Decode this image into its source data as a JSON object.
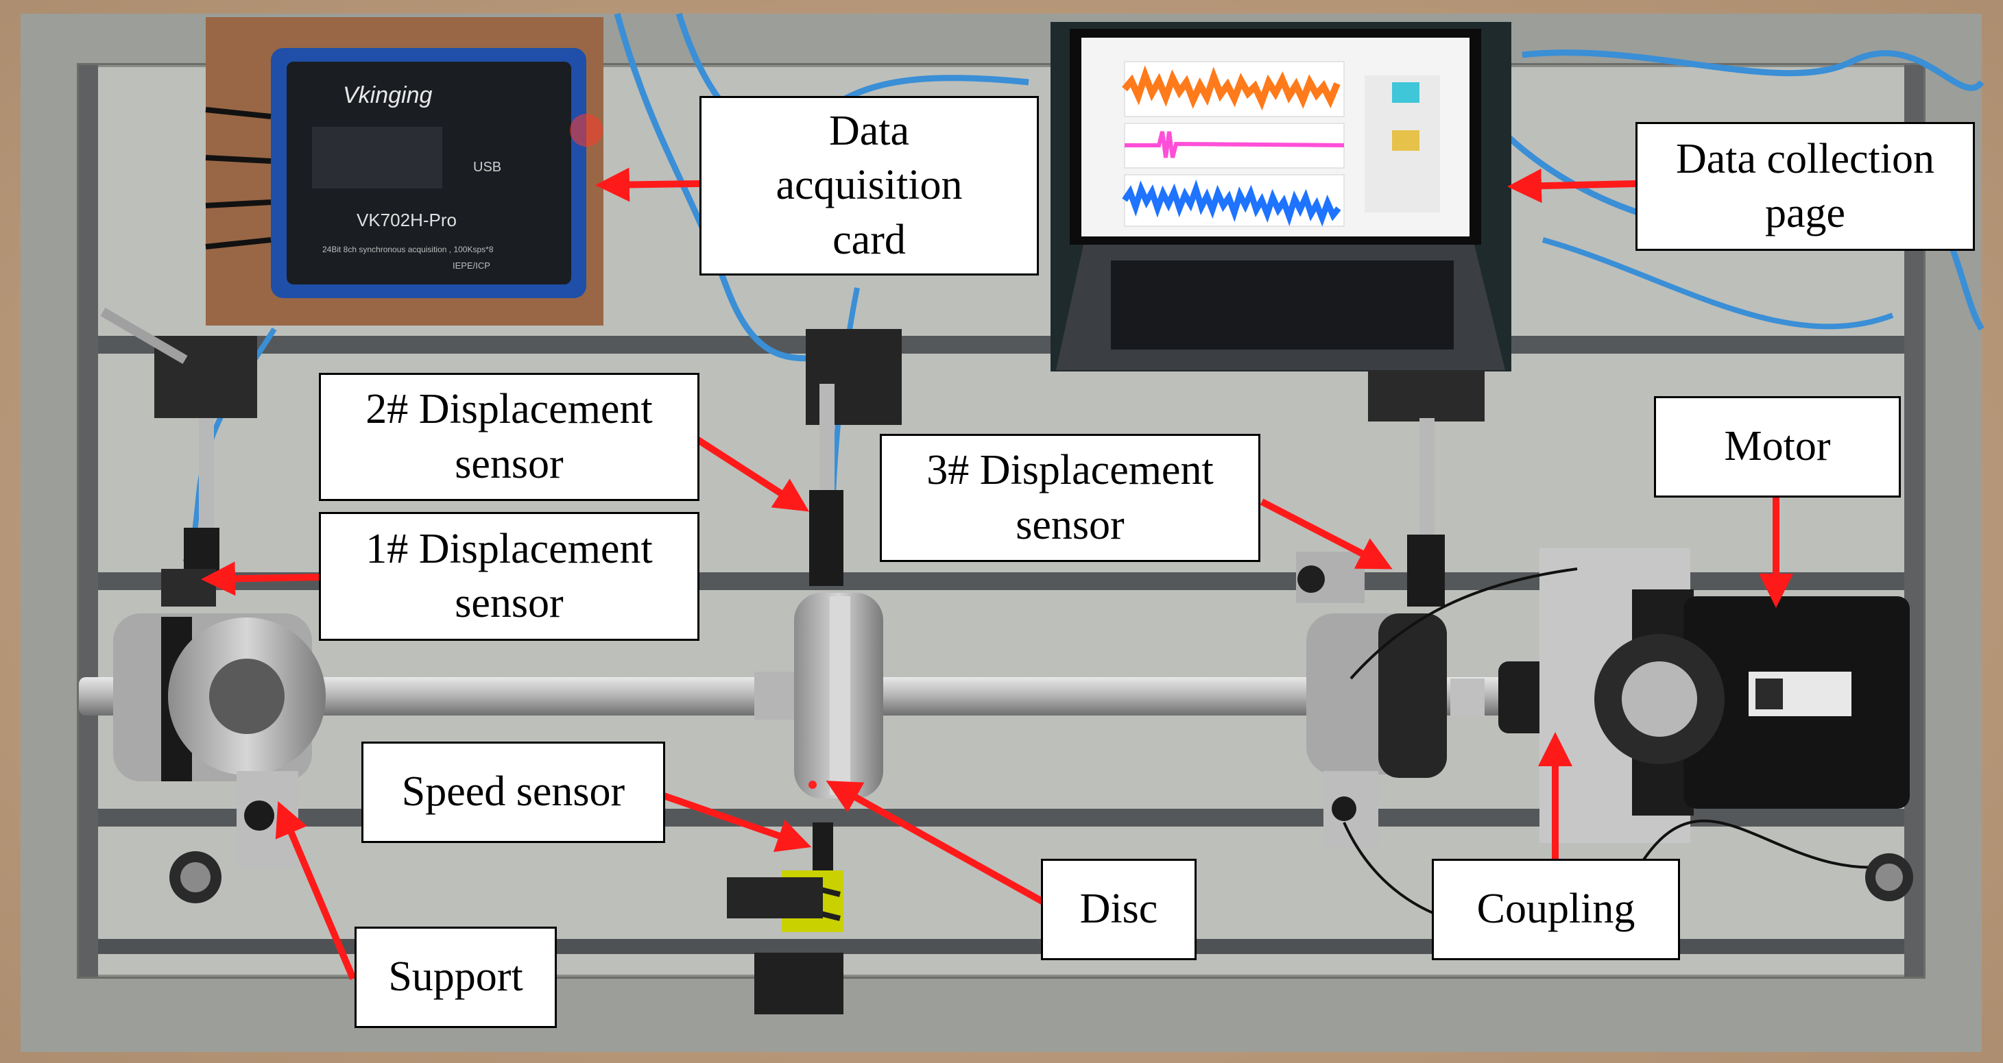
{
  "colors": {
    "arrow": "#ff1a1a",
    "label_border": "#000000",
    "label_fill": "#ffffff"
  },
  "callouts": {
    "data_card": {
      "line1": "Data",
      "line2": "acquisition",
      "line3": "card"
    },
    "data_page": {
      "line1": "Data collection",
      "line2": "page"
    },
    "sensor2": {
      "line1": "2# Displacement",
      "line2": "sensor"
    },
    "sensor1": {
      "line1": "1# Displacement",
      "line2": "sensor"
    },
    "sensor3": {
      "line1": "3# Displacement",
      "line2": "sensor"
    },
    "motor": {
      "line1": "Motor"
    },
    "speed_sensor": {
      "line1": "Speed sensor"
    },
    "disc": {
      "line1": "Disc"
    },
    "coupling": {
      "line1": "Coupling"
    },
    "support": {
      "line1": "Support"
    }
  },
  "photo": {
    "card_brand": "Vkinging",
    "card_model": "VK702H-Pro",
    "card_usb": "USB",
    "card_spec": "24Bit 8ch synchronous acquisition , 100Ksps*8",
    "card_iepe": "IEPE/ICP"
  }
}
